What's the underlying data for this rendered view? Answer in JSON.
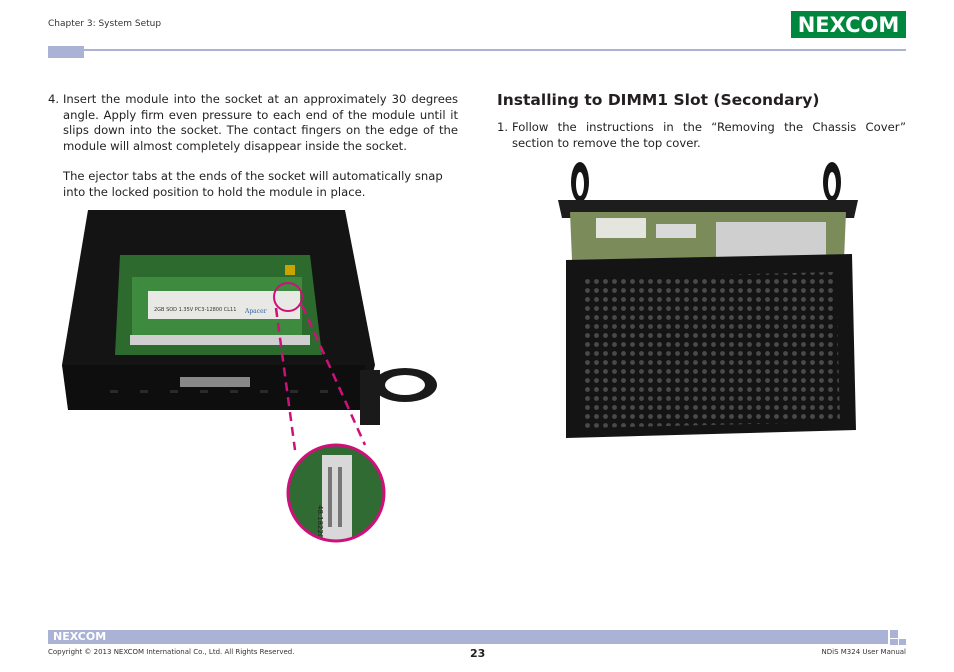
{
  "header": {
    "chapter": "Chapter 3: System Setup",
    "logo_text": "NEXCOM",
    "brand_color": "#00873e",
    "accent_color": "#aab2d6"
  },
  "left": {
    "step4_number": "4.",
    "step4_text": "Insert the module into the socket at an approximately 30 degrees angle. Apply firm even pressure to each end of the module until it slips down into the socket. The contact fingers on the edge of the module will almost completely disappear inside the socket.",
    "ejector_text": "The ejector tabs at the ends of the socket will automatically snap into the locked position to hold the module in place.",
    "photo_label_line1": "2GB SOD 1.35V PC3-12800 CL11",
    "photo_label_brand": "Apacer",
    "zoom_label": "48.18220.090"
  },
  "right": {
    "heading": "Installing to DIMM1 Slot (Secondary)",
    "step1_number": "1.",
    "step1_text": "Follow the instructions in the “Removing the Chassis Cover” section to remove the top cover."
  },
  "footer": {
    "logo_text": "NEXCOM",
    "copyright": "Copyright © 2013 NEXCOM International Co., Ltd. All Rights Reserved.",
    "page_number": "23",
    "manual": "NDiS M324 User Manual"
  }
}
